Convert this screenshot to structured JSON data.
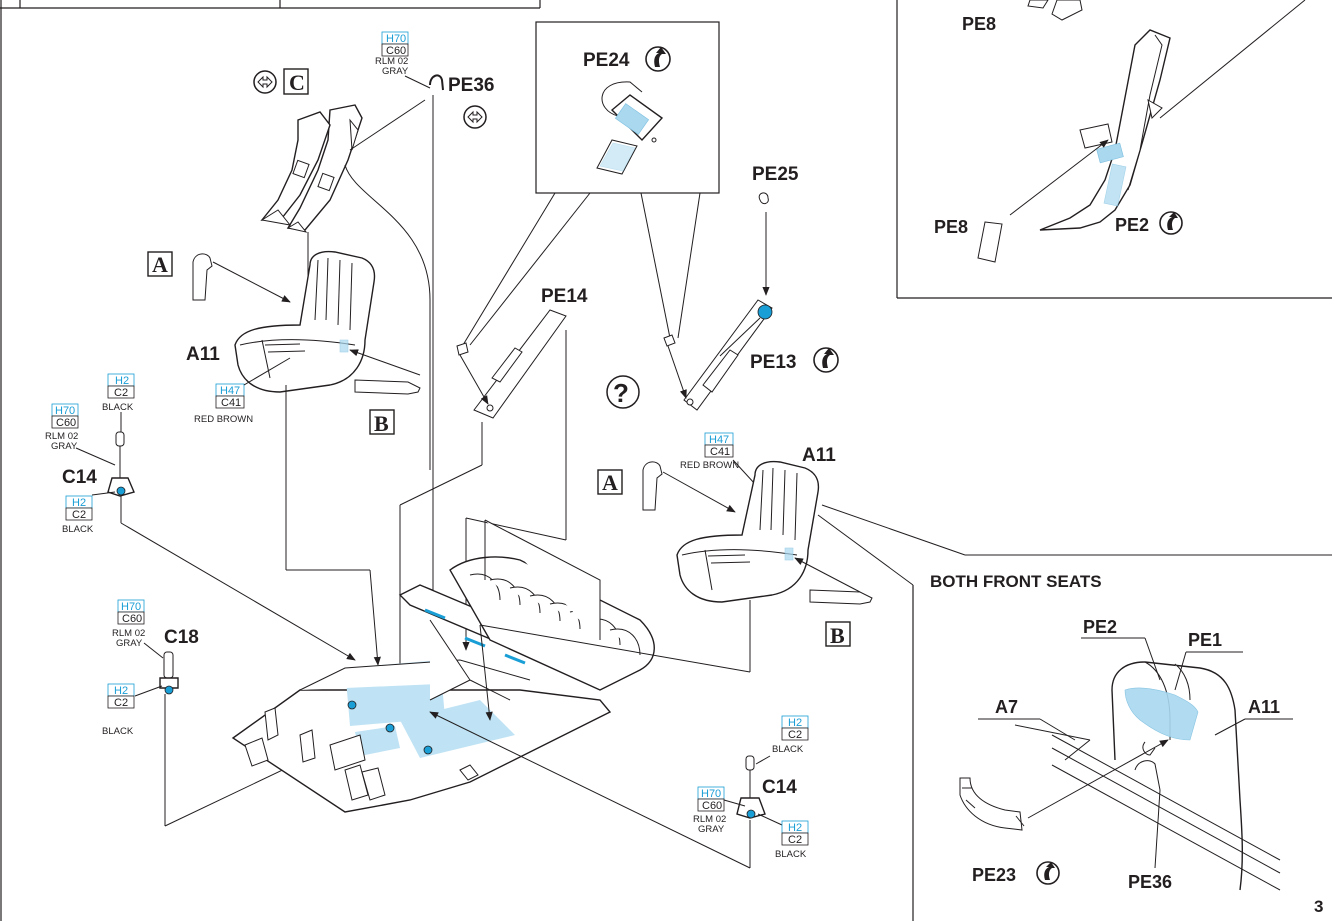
{
  "labels": {
    "pe36_top": "PE36",
    "pe24": "PE24",
    "pe25": "PE25",
    "pe14": "PE14",
    "pe13": "PE13",
    "a11_left": "A11",
    "a11_right": "A11",
    "c14_left": "C14",
    "c14_right": "C14",
    "c18": "C18",
    "pe8_top": "PE8",
    "pe8_bottom": "PE8",
    "pe2_inset": "PE2",
    "pe2_detail": "PE2",
    "pe1_detail": "PE1",
    "a11_detail": "A11",
    "a7_detail": "A7",
    "pe23_detail": "PE23",
    "pe36_detail": "PE36"
  },
  "boxed_letters": {
    "a_left": "A",
    "b_left": "B",
    "c_top": "C",
    "a_right": "A",
    "b_right": "B"
  },
  "paint_callouts": {
    "belt_top": {
      "code_h": "H70",
      "code_c": "C60",
      "name1": "RLM 02",
      "name2": "GRAY"
    },
    "seat_left": {
      "code_h": "H47",
      "code_c": "C41",
      "name1": "RED BROWN"
    },
    "seat_right": {
      "code_h": "H47",
      "code_c": "C41",
      "name1": "RED BROWN"
    },
    "c14_left_top": {
      "code_h": "H2",
      "code_c": "C2",
      "name1": "BLACK"
    },
    "c14_left_mid": {
      "code_h": "H70",
      "code_c": "C60",
      "name1": "RLM 02",
      "name2": "GRAY"
    },
    "c14_left_bot": {
      "code_h": "H2",
      "code_c": "C2",
      "name1": "BLACK"
    },
    "c18_top": {
      "code_h": "H70",
      "code_c": "C60",
      "name1": "RLM 02",
      "name2": "GRAY"
    },
    "c18_bot": {
      "code_h": "H2",
      "code_c": "C2",
      "name1": "BLACK"
    },
    "c14_right_top": {
      "code_h": "H2",
      "code_c": "C2",
      "name1": "BLACK"
    },
    "c14_right_mid": {
      "code_h": "H70",
      "code_c": "C60",
      "name1": "RLM 02",
      "name2": "GRAY"
    },
    "c14_right_bot": {
      "code_h": "H2",
      "code_c": "C2",
      "name1": "BLACK"
    }
  },
  "section_title": "BOTH FRONT SEATS",
  "question_mark": "?",
  "page_number": "3",
  "colors": {
    "ink": "#231f20",
    "paint_code": "#1a9ed6",
    "etched_part": "#a9d8ef",
    "glue_area": "#bfe3f4"
  },
  "icons": [
    "flip-arrow-icon",
    "bend-arrow-icon"
  ]
}
